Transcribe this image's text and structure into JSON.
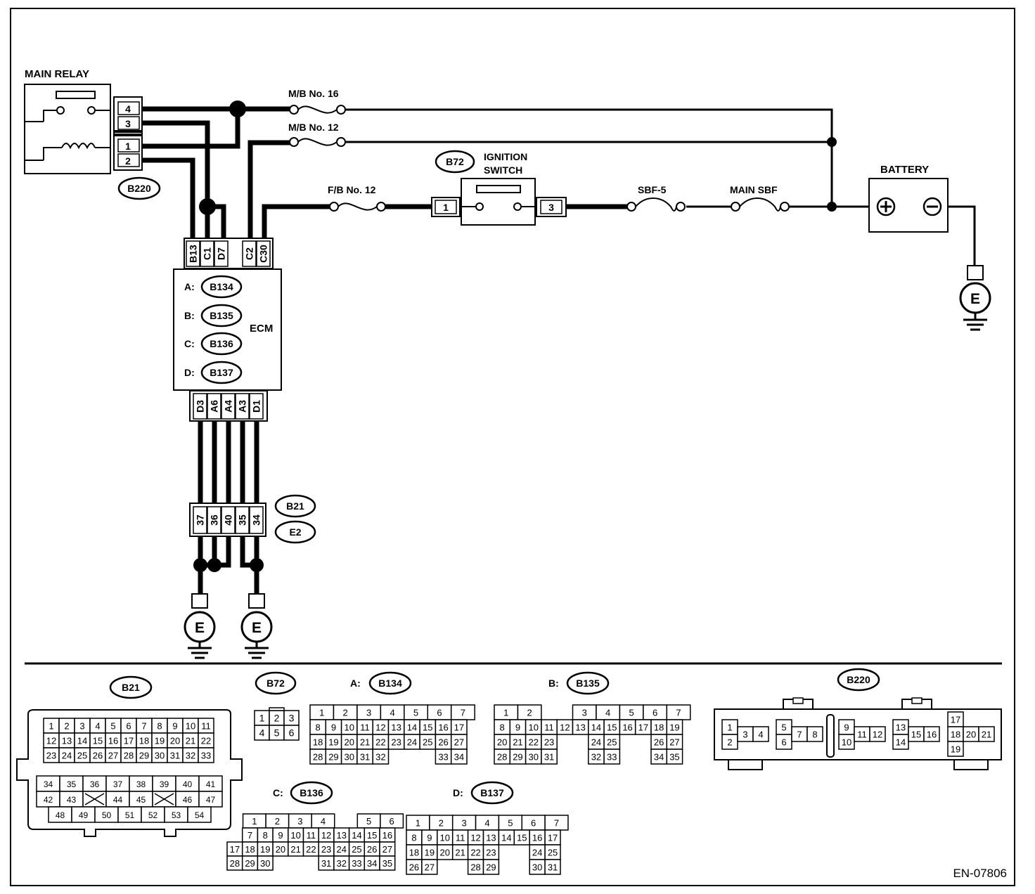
{
  "doc_code": "EN-07806",
  "main_relay": {
    "title": "MAIN RELAY",
    "connector": "B220",
    "pins": [
      "4",
      "3",
      "1",
      "2"
    ]
  },
  "fuses": {
    "mb16": "M/B No. 16",
    "mb12": "M/B No. 12",
    "fb12": "F/B No. 12",
    "sbf5": "SBF-5",
    "main_sbf": "MAIN SBF"
  },
  "ignition": {
    "line1": "IGNITION",
    "line2": "SWITCH",
    "connector": "B72",
    "pin_in": "1",
    "pin_out": "3"
  },
  "battery": {
    "title": "BATTERY",
    "plus": "+",
    "minus": "−"
  },
  "ecm": {
    "title": "ECM",
    "top_pins": [
      "B13",
      "C1",
      "D7",
      "C2",
      "C30"
    ],
    "bottom_pins": [
      "D3",
      "A6",
      "A4",
      "A3",
      "D1"
    ],
    "connectors": [
      {
        "prefix": "A:",
        "code": "B134"
      },
      {
        "prefix": "B:",
        "code": "B135"
      },
      {
        "prefix": "C:",
        "code": "B136"
      },
      {
        "prefix": "D:",
        "code": "B137"
      }
    ]
  },
  "joint": {
    "pins": [
      "37",
      "36",
      "40",
      "35",
      "34"
    ],
    "connectors": [
      "B21",
      "E2"
    ]
  },
  "ground_label": "E",
  "connector_views": {
    "b21": {
      "label": "B21",
      "rows": [
        [
          "1",
          "2",
          "3",
          "4",
          "5",
          "6",
          "7",
          "8",
          "9",
          "10",
          "11"
        ],
        [
          "12",
          "13",
          "14",
          "15",
          "16",
          "17",
          "18",
          "19",
          "20",
          "21",
          "22"
        ],
        [
          "23",
          "24",
          "25",
          "26",
          "27",
          "28",
          "29",
          "30",
          "31",
          "32",
          "33"
        ],
        [
          "34",
          "35",
          "36",
          "37",
          "38",
          "39",
          "40",
          "41"
        ],
        [
          "42",
          "43",
          "",
          "44",
          "45",
          "",
          "46",
          "47"
        ],
        [
          "48",
          "49",
          "50",
          "51",
          "52",
          "53",
          "54"
        ]
      ]
    },
    "b72": {
      "label": "B72",
      "rows": [
        [
          "1",
          "2",
          "3"
        ],
        [
          "4",
          "5",
          "6"
        ]
      ]
    },
    "b134": {
      "prefix": "A:",
      "label": "B134",
      "rows": [
        [
          "1",
          "2",
          "3",
          "4",
          "5",
          "6",
          "7"
        ],
        [
          "8",
          "9",
          "10",
          "11",
          "12",
          "13",
          "14",
          "15",
          "16",
          "17"
        ],
        [
          "18",
          "19",
          "20",
          "21",
          "22",
          "23",
          "24",
          "25",
          "26",
          "27"
        ],
        [
          "28",
          "29",
          "30",
          "31",
          "32",
          "33",
          "34"
        ]
      ]
    },
    "b135": {
      "prefix": "B:",
      "label": "B135",
      "rows": [
        [
          "1",
          "2",
          "3",
          "4",
          "5",
          "6",
          "7"
        ],
        [
          "8",
          "9",
          "10",
          "11",
          "12",
          "13",
          "14",
          "15",
          "16",
          "17",
          "18",
          "19"
        ],
        [
          "20",
          "21",
          "22",
          "23",
          "24",
          "25",
          "26",
          "27"
        ],
        [
          "28",
          "29",
          "30",
          "31",
          "32",
          "33",
          "34",
          "35"
        ]
      ]
    },
    "b136": {
      "prefix": "C:",
      "label": "B136",
      "rows": [
        [
          "1",
          "2",
          "3",
          "4",
          "5",
          "6"
        ],
        [
          "7",
          "8",
          "9",
          "10",
          "11",
          "12",
          "13",
          "14",
          "15",
          "16"
        ],
        [
          "17",
          "18",
          "19",
          "20",
          "21",
          "22",
          "23",
          "24",
          "25",
          "26",
          "27"
        ],
        [
          "28",
          "29",
          "30",
          "31",
          "32",
          "33",
          "34",
          "35"
        ]
      ]
    },
    "b137": {
      "prefix": "D:",
      "label": "B137",
      "rows": [
        [
          "1",
          "2",
          "3",
          "4",
          "5",
          "6",
          "7"
        ],
        [
          "8",
          "9",
          "10",
          "11",
          "12",
          "13",
          "14",
          "15",
          "16",
          "17"
        ],
        [
          "18",
          "19",
          "20",
          "21",
          "22",
          "23",
          "24",
          "25"
        ],
        [
          "26",
          "27",
          "28",
          "29",
          "30",
          "31"
        ]
      ]
    },
    "b220": {
      "label": "B220",
      "groups": [
        [
          "1",
          "2",
          "3",
          "4"
        ],
        [
          "5",
          "6",
          "7",
          "8"
        ],
        [
          "9",
          "10",
          "11",
          "12"
        ],
        [
          "13",
          "14",
          "15",
          "16"
        ],
        [
          "17",
          "18",
          "19",
          "20",
          "21"
        ]
      ]
    }
  }
}
